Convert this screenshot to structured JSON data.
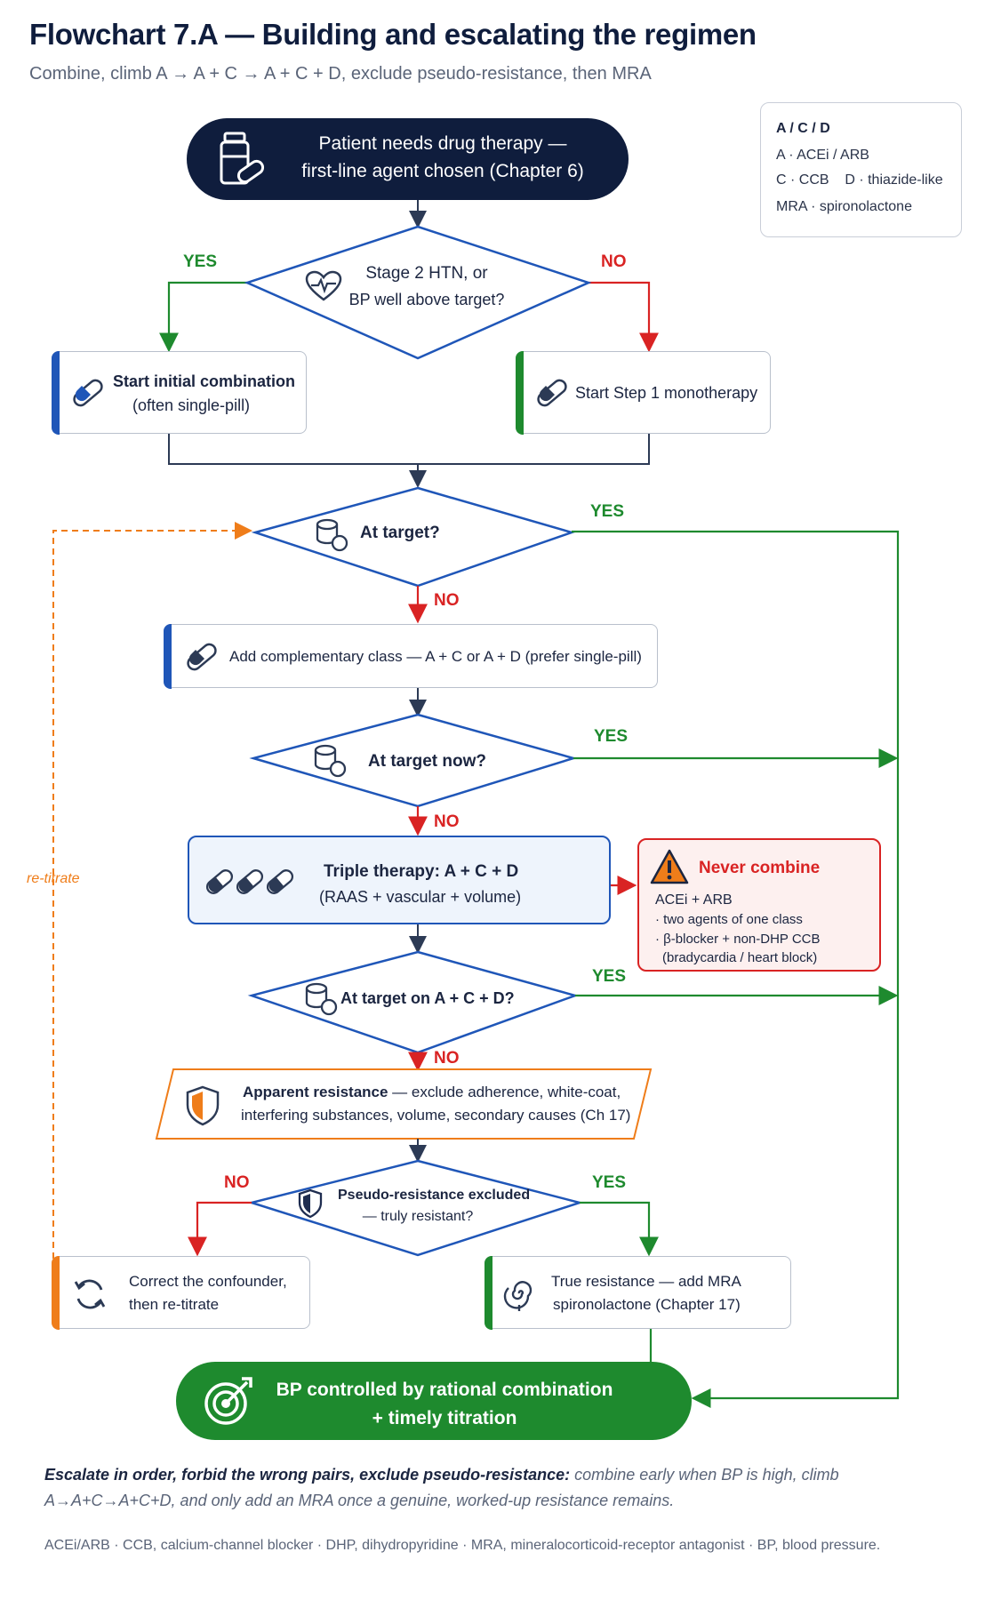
{
  "header": {
    "title": "Flowchart 7.A — Building and escalating the regimen",
    "subtitle": "Combine, climb A → A + C → A + C + D, exclude pseudo-resistance, then MRA"
  },
  "legend": {
    "heading": "A / C / D",
    "line1": "A · ACEi / ARB",
    "line2": "C · CCB    D · thiazide-like",
    "line3": "MRA · spironolactone"
  },
  "nodes": {
    "start": {
      "line1": "Patient needs drug therapy —",
      "line2": "first-line agent chosen (Chapter 6)"
    },
    "stage2": {
      "line1": "Stage 2 HTN, or",
      "line2": "BP well above target?"
    },
    "combo": {
      "line1": "Start initial combination",
      "line2": "(often single-pill)"
    },
    "mono": {
      "label": "Start Step 1 monotherapy"
    },
    "at_target": {
      "label": "At target?"
    },
    "add_class": {
      "label": "Add complementary class — A + C or A + D (prefer single-pill)"
    },
    "at_target_now": {
      "label": "At target now?"
    },
    "triple": {
      "line1": "Triple therapy: A + C + D",
      "line2": "(RAAS + vascular + volume)"
    },
    "never": {
      "title": "Never combine",
      "line1": "ACEi + ARB",
      "line2": "· two agents of one class",
      "line3": "· β-blocker + non-DHP CCB",
      "line4": "(bradycardia / heart block)"
    },
    "at_target_acd": {
      "label": "At target on A + C + D?"
    },
    "apparent": {
      "line1_bold": "Apparent resistance",
      "line1_rest": " — exclude adherence, white-coat,",
      "line2": "interfering substances, volume, secondary causes (Ch 17)"
    },
    "pseudo": {
      "line1": "Pseudo-resistance excluded",
      "line2": "— truly resistant?"
    },
    "correct": {
      "line1": "Correct the confounder,",
      "line2": "then re-titrate"
    },
    "true_res": {
      "line1": "True resistance — add MRA",
      "line2": "spironolactone (Chapter 17)"
    },
    "controlled": {
      "line1": "BP controlled by rational combination",
      "line2": "+ timely titration"
    }
  },
  "edge_labels": {
    "yes": "YES",
    "no": "NO",
    "retitrate": "re-titrate"
  },
  "footer": {
    "lead": "Escalate in order, forbid the wrong pairs, exclude pseudo-resistance:",
    "rest": " combine early when BP is high, climb A→A+C→A+C+D, and only add an MRA once a genuine, worked-up resistance remains.",
    "abbreviations": "ACEi/ARB · CCB, calcium-channel blocker · DHP, dihydropyridine · MRA, mineralocorticoid-receptor antagonist · BP, blood pressure."
  },
  "colors": {
    "navy": "#0f1d3d",
    "blue_bar": "#1f56b8",
    "green": "#1e8a2e",
    "red": "#d92323",
    "orange": "#ef7d1a",
    "light_blue_fill": "#eef4fc",
    "light_red_fill": "#fdf0ef"
  }
}
